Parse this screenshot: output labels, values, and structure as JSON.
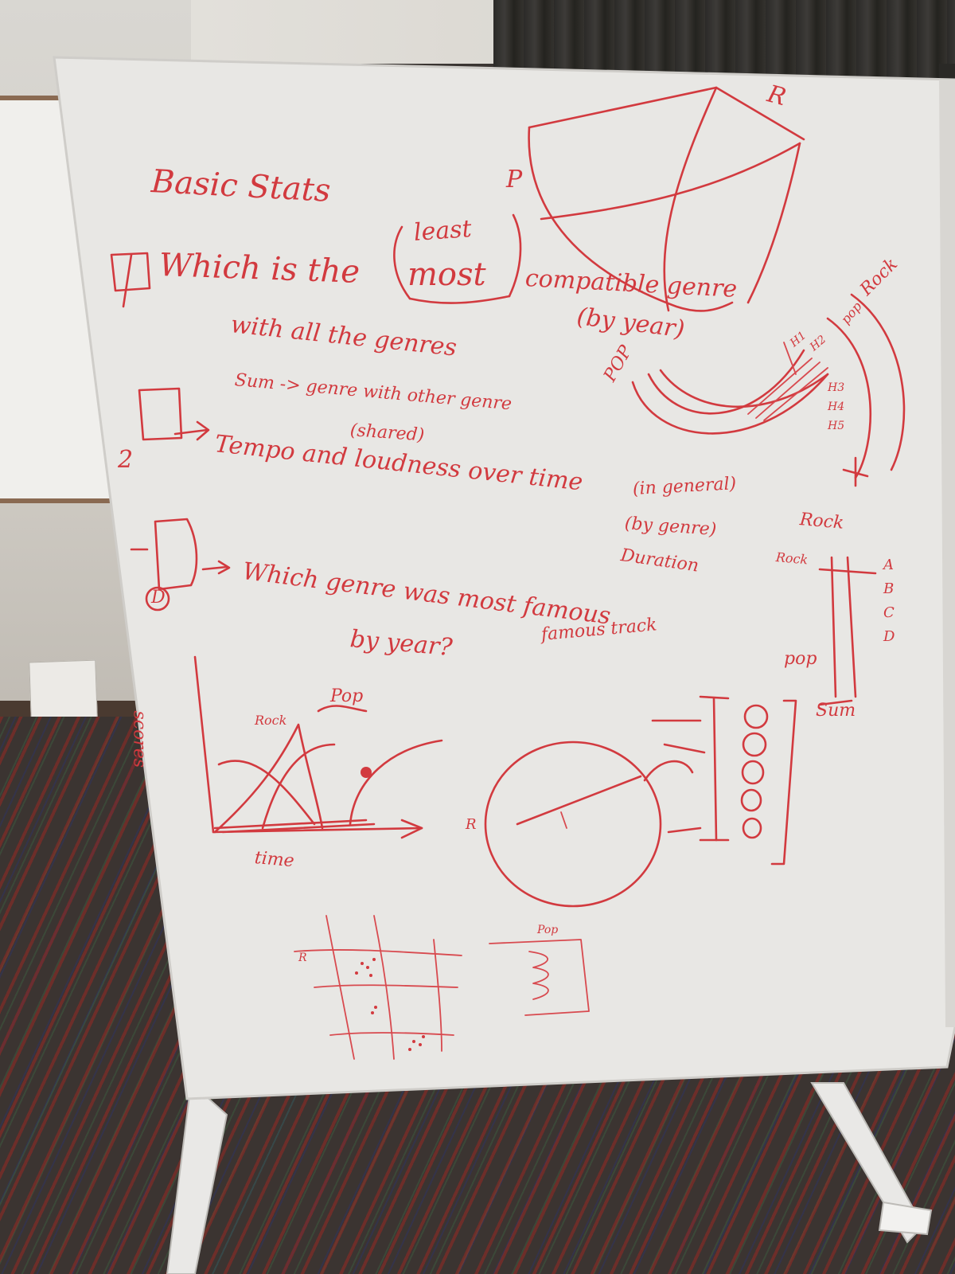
{
  "title": "Basic Stats",
  "q1": {
    "prefix": "Which is the",
    "least": "least",
    "most": "most",
    "suffix": "compatible genre",
    "by_year": "(by year)",
    "line2": "with all the genres"
  },
  "note_sum": "Sum -> genre with other genre",
  "note_shared": "(shared)",
  "q2": "Tempo and loudness over time",
  "q2_paren1": "(in general)",
  "q2_paren2": "(by genre)",
  "q2_duration": "Duration",
  "q3": {
    "line1": "Which genre was most famous",
    "line2": "by year?",
    "famous_track": "famous track"
  },
  "numbers": {
    "two": "2",
    "d": "D"
  },
  "sketch_labels": {
    "r_top": "R",
    "p_top": "P",
    "pop_curve": "POP",
    "rock_curve": "Rock",
    "pop_upper": "pop",
    "pop_graph": "Pop",
    "rock_graph": "Rock",
    "time": "time",
    "scores": "scores",
    "rock_right": "Rock",
    "pop_right": "pop",
    "sum_right": "Sum",
    "pop_small": "Pop",
    "r_circle": "R",
    "rock_track": "Rock",
    "r_scatter": "R",
    "hs_labels": [
      "H1",
      "H2",
      "H3",
      "H4",
      "H5"
    ],
    "abcd": [
      "A",
      "B",
      "C",
      "D"
    ]
  },
  "colors": {
    "marker": "#d23a3f",
    "board": "#e8e7e4"
  }
}
